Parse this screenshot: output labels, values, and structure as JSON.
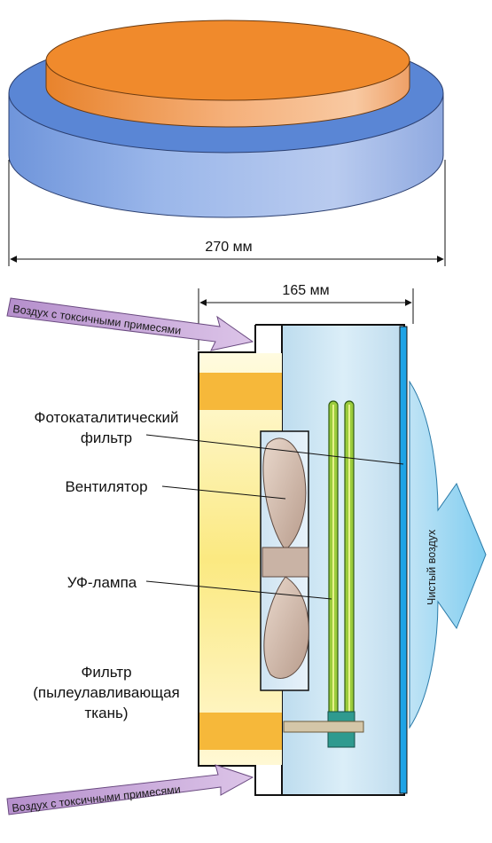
{
  "dimensions": {
    "diameter": "270 мм",
    "depth": "165 мм"
  },
  "inlet_arrows": {
    "top": "Воздух с токсичными примесями",
    "bottom": "Воздух с токсичными примесями"
  },
  "outlet_arrow": "Чистый воздух",
  "labels": {
    "photocatalytic_line1": "Фотокаталитический",
    "photocatalytic_line2": "фильтр",
    "fan": "Вентилятор",
    "uv_lamp": "УФ-лампа",
    "filter_line1": "Фильтр",
    "filter_line2": "(пылеулавливающая",
    "filter_line3": "ткань)"
  },
  "colors": {
    "disc_top": "#f08a2c",
    "disc_base": "#5b87d6",
    "housing_fill": "#cfe6f3",
    "filter_fill": "#fdf6b8",
    "filter_band": "#f6b83a",
    "uv_tube": "#9ccc3c",
    "photocatalytic_plate": "#1ea3e6",
    "arrow_fill": "#c9a7d8"
  }
}
